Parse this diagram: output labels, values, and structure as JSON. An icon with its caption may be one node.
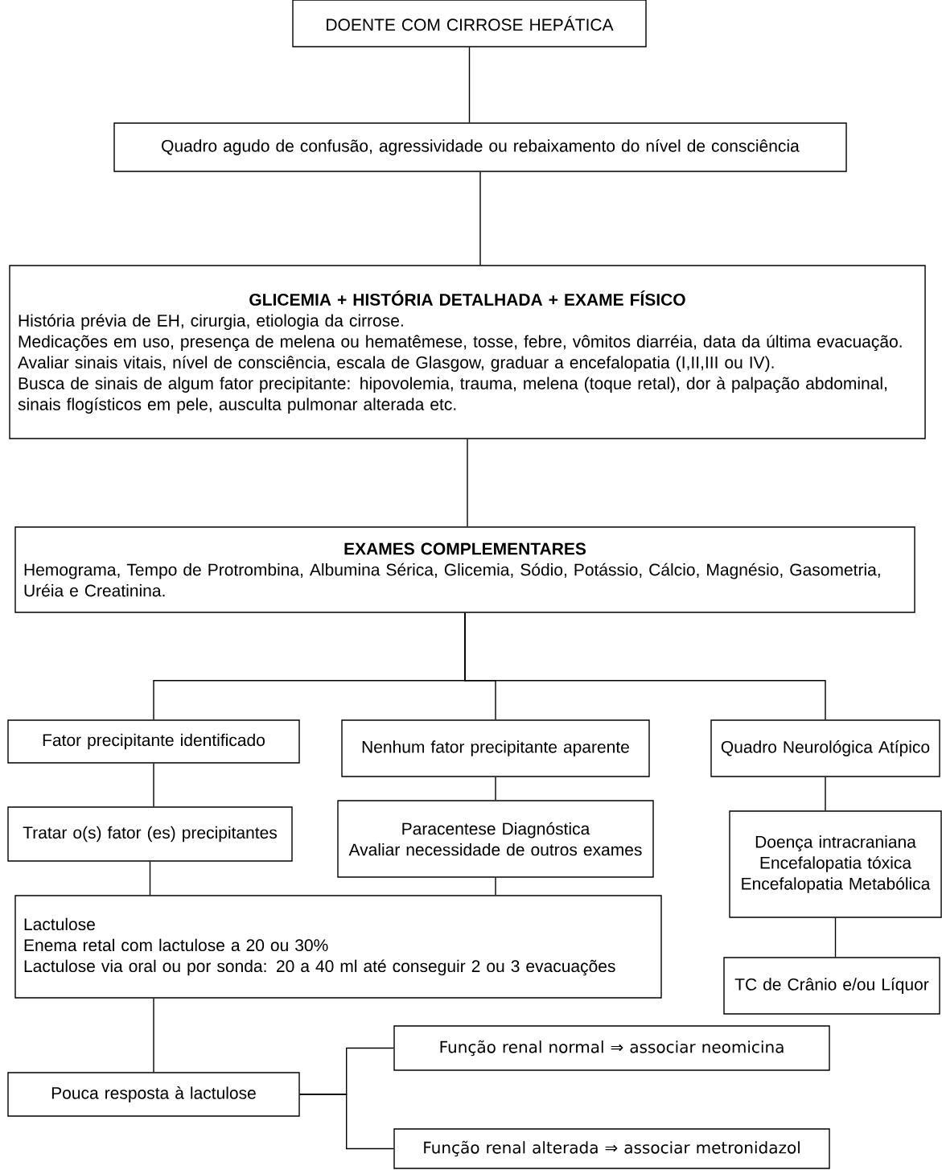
{
  "diagram": {
    "nodes": [
      {
        "text": [
          "DOENTE COM CIRROSE HEPÁTICA"
        ]
      },
      {
        "text": [
          "Quadro agudo de confusão, agressividade ou rebaixamento do nível de consciência"
        ]
      },
      {
        "text": [
          "GLICEMIA + HISTÓRIA DETALHADA + EXAME FÍSICO",
          "História prévia de EH, cirurgia, etiologia da cirrose.",
          "Medicações em uso, presença de melena ou hematêmese, tosse, febre, vômitos diarréia, data da última evacuação.",
          "Avaliar sinais vitais, nível de consciência, escala de Glasgow, graduar a encefalopatia (I,II,III ou IV).",
          "Busca de sinais de algum fator precipitante: hipovolemia, trauma, melena (toque retal), dor à palpação abdominal, sinais flogísticos em pele, ausculta pulmonar alterada etc."
        ]
      },
      {
        "text": [
          "EXAMES COMPLEMENTARES",
          "Hemograma, Tempo de Protrombina, Albumina Sérica, Glicemia, Sódio, Potássio, Cálcio, Magnésio, Gasometria, Uréia e Creatinina."
        ]
      },
      {
        "text": [
          "Fator precipitante identificado"
        ]
      },
      {
        "text": [
          "Nenhum fator precipitante aparente"
        ]
      },
      {
        "text": [
          "Quadro Neurológica Atípico"
        ]
      },
      {
        "text": [
          "Tratar o(s) fator (es) precipitantes"
        ]
      },
      {
        "text": [
          "Paracentese Diagnóstica",
          "Avaliar necessidade de outros exames"
        ]
      },
      {
        "text": [
          "Doença intracraniana",
          "Encefalopatia tóxica",
          "Encefalopatia Metabólica"
        ]
      },
      {
        "text": [
          "Lactulose",
          "Enema retal com lactulose a 20 ou 30%",
          "Lactulose via oral ou por sonda: 20 a 40 ml  até conseguir 2 ou 3 evacuações"
        ]
      },
      {
        "text": [
          "TC de Crânio e/ou Líquor"
        ]
      },
      {
        "text": [
          "Pouca resposta à lactulose"
        ]
      },
      {
        "text": [
          "Função renal normal ⇒ associar neomicina"
        ]
      },
      {
        "text": [
          "Função renal alterada ⇒ associar metronidazol"
        ]
      }
    ],
    "edges": [
      {
        "from": 0,
        "to": 1,
        "arrow": "none"
      },
      {
        "from": 1,
        "to": 2,
        "arrow": "none"
      },
      {
        "from": 2,
        "to": 3,
        "arrow": "none"
      },
      {
        "from": 3,
        "to": 4,
        "arrow": "none"
      },
      {
        "from": 3,
        "to": 5,
        "arrow": "none"
      },
      {
        "from": 3,
        "to": 6,
        "arrow": "none"
      },
      {
        "from": 4,
        "to": 7,
        "arrow": "none"
      },
      {
        "from": 5,
        "to": 8,
        "arrow": "none"
      },
      {
        "from": 6,
        "to": 9,
        "arrow": "none"
      },
      {
        "from": 7,
        "to": 10,
        "arrow": "none"
      },
      {
        "from": 8,
        "to": 10,
        "arrow": "none"
      },
      {
        "from": 9,
        "to": 11,
        "arrow": "none"
      },
      {
        "from": 10,
        "to": 12,
        "arrow": "none"
      },
      {
        "from": 12,
        "to": 13,
        "arrow": "none"
      },
      {
        "from": 12,
        "to": 14,
        "arrow": "none"
      }
    ]
  }
}
